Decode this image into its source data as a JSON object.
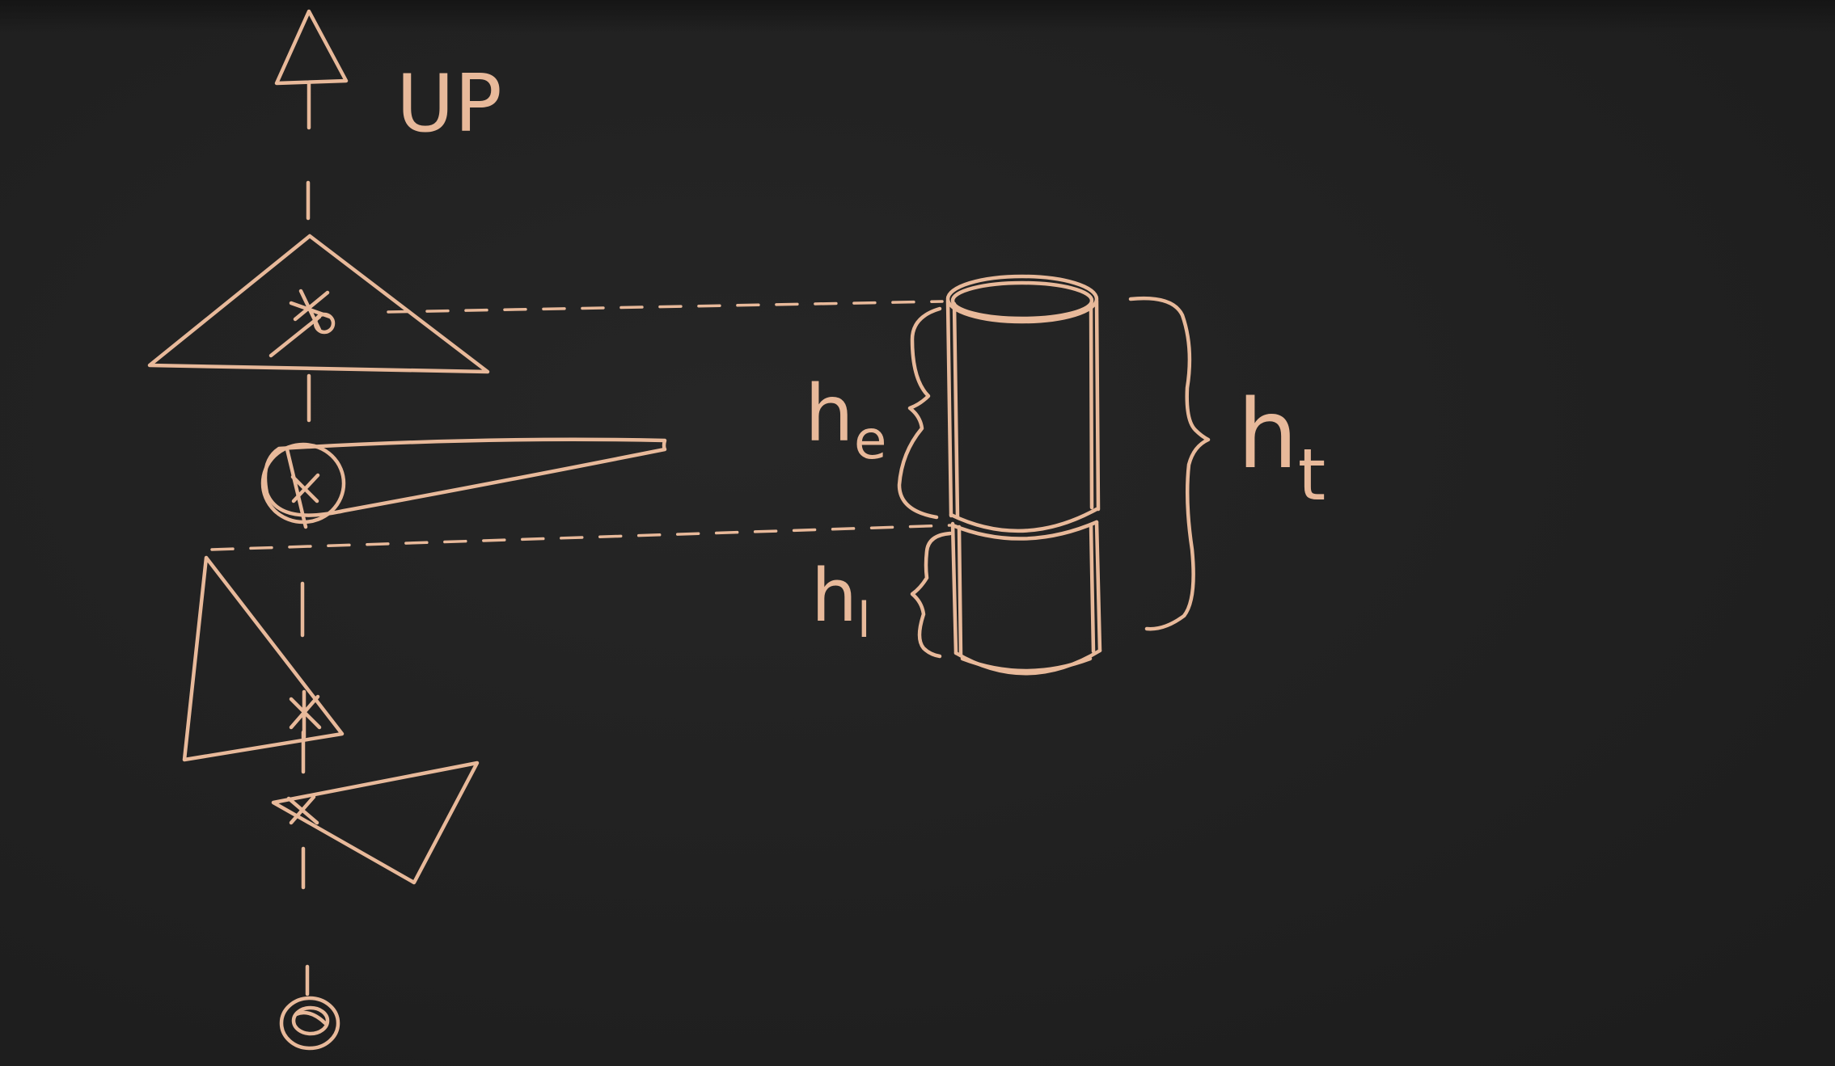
{
  "colors": {
    "background": "#212121",
    "chalk": "#e8b99a"
  },
  "labels": {
    "up": "UP",
    "h_e": "h",
    "h_e_sub": "e",
    "h_l": "h",
    "h_l_sub": "l",
    "h_t": "h",
    "h_t_sub": "t"
  }
}
